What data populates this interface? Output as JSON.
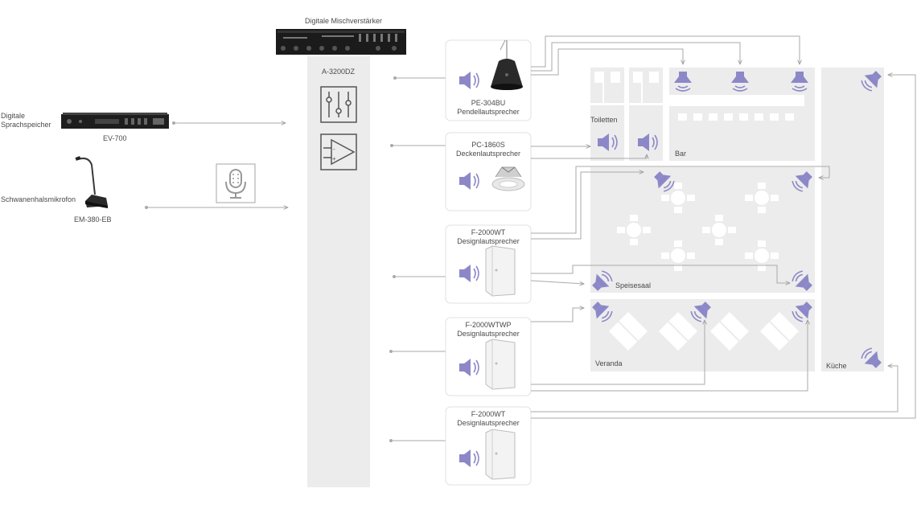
{
  "mixer": {
    "title": "Digitale Mischverstärker",
    "model": "A-3200DZ"
  },
  "sources": [
    {
      "label": "Digitale Sprachspeicher",
      "line1": "Digitale",
      "line2": "Sprachspeicher",
      "model": "EV-700"
    },
    {
      "label": "Schwanenhalsmikrofon",
      "model": "EM-380-EB"
    }
  ],
  "speakers": [
    {
      "model": "PE-304BU",
      "type": "Pendellautsprecher"
    },
    {
      "model": "PC-1860S",
      "type": "Deckenlautsprecher"
    },
    {
      "model": "F-2000WT",
      "type": "Designlautsprecher"
    },
    {
      "model": "F-2000WTWP",
      "type": "Designlautsprecher"
    },
    {
      "model": "F-2000WT",
      "type": "Designlautsprecher"
    }
  ],
  "rooms": {
    "toilets": "Toiletten",
    "bar": "Bar",
    "dining": "Speisesaal",
    "veranda": "Veranda",
    "kitchen": "Küche"
  },
  "icons": [
    "mixer-fader-icon",
    "amplifier-icon",
    "microphone-icon",
    "speaker-icon"
  ],
  "colors": {
    "accent": "#8c88c8",
    "panel": "#ececec",
    "line": "#aaaaaa",
    "text": "#4a4a4a"
  }
}
